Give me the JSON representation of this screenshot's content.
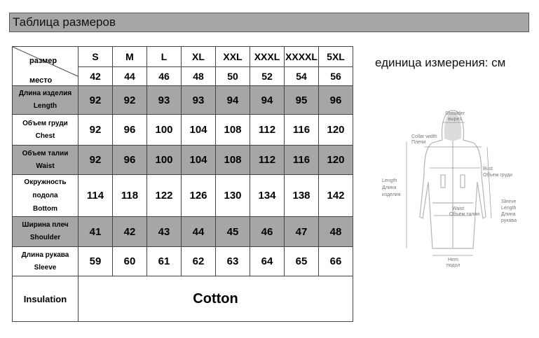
{
  "title": "Таблица размеров",
  "corner": {
    "top": "размер",
    "bottom": "место"
  },
  "sizes": [
    "S",
    "M",
    "L",
    "XL",
    "XXL",
    "XXXL",
    "XXXXL",
    "5XL"
  ],
  "places": [
    "42",
    "44",
    "46",
    "48",
    "50",
    "52",
    "54",
    "56"
  ],
  "rows": [
    {
      "ru": "Длина изделия",
      "en": "Length",
      "values": [
        "92",
        "92",
        "93",
        "93",
        "94",
        "94",
        "95",
        "96"
      ],
      "shaded": true
    },
    {
      "ru": "Объем груди",
      "en": "Chest",
      "values": [
        "92",
        "96",
        "100",
        "104",
        "108",
        "112",
        "116",
        "120"
      ],
      "shaded": false
    },
    {
      "ru": "Объем талии",
      "en": "Waist",
      "values": [
        "92",
        "96",
        "100",
        "104",
        "108",
        "112",
        "116",
        "120"
      ],
      "shaded": true
    },
    {
      "ru1": "Окружность",
      "ru2": "подола",
      "en": "Bottom",
      "values": [
        "114",
        "118",
        "122",
        "126",
        "130",
        "134",
        "138",
        "142"
      ],
      "shaded": false
    },
    {
      "ru": "Ширина плеч",
      "en": "Shoulder",
      "values": [
        "41",
        "42",
        "43",
        "44",
        "45",
        "46",
        "47",
        "48"
      ],
      "shaded": true
    },
    {
      "ru": "Длина рукава",
      "en": "Sleeve",
      "values": [
        "59",
        "60",
        "61",
        "62",
        "63",
        "64",
        "65",
        "66"
      ],
      "shaded": false
    }
  ],
  "insulation": {
    "label": "Insulation",
    "value": "Cotton"
  },
  "unit_note": "единица измерения: см",
  "diagram": {
    "shoulder": "Shoulder",
    "shoulder_ru": "вырез",
    "collar": "Collar width",
    "collar_ru": "Плечи",
    "bust": "Bust",
    "bust_ru": "Объем груди",
    "length": "Length",
    "length_ru1": "Длина",
    "length_ru2": "изделия",
    "waist": "Waist",
    "waist_ru": "Объем талии",
    "sleeve": "Sleeve",
    "sleeve_2": "Length",
    "sleeve_ru": "Длина",
    "sleeve_ru2": "рукава",
    "hem": "Hem",
    "hem_ru": "подол"
  }
}
